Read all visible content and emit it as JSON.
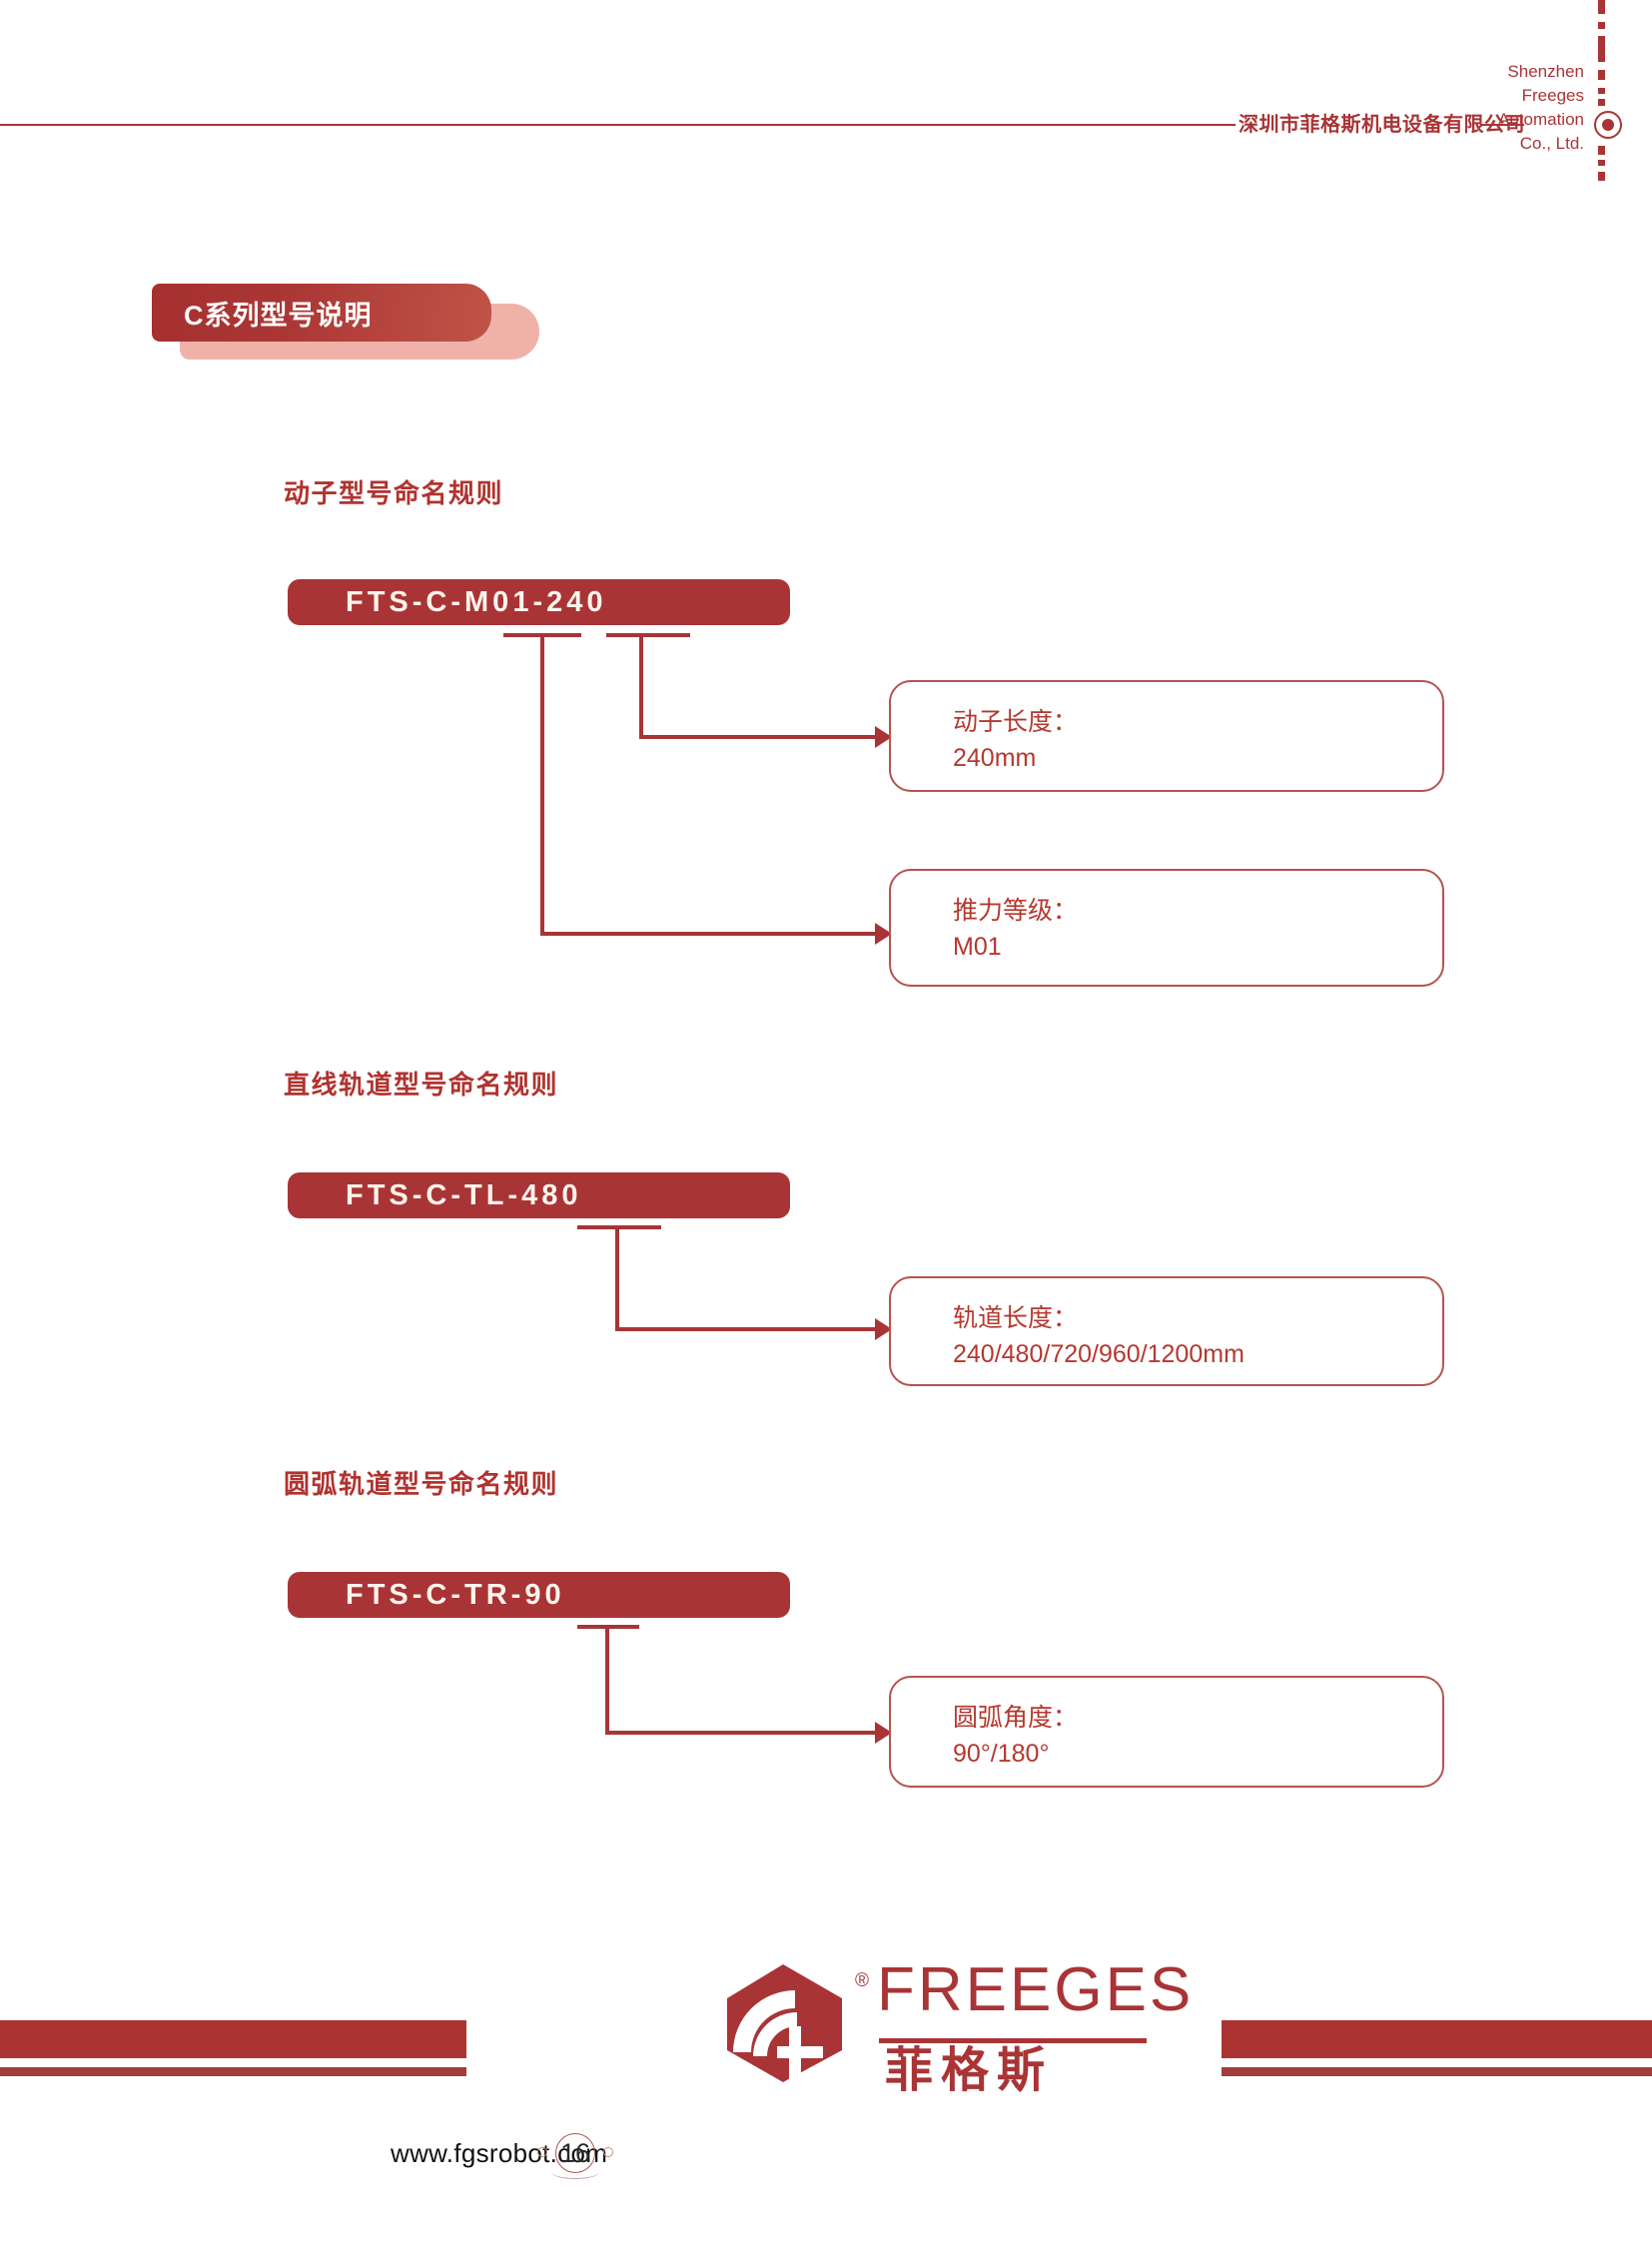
{
  "header": {
    "company_cn": "深圳市菲格斯机电设备有限公司",
    "company_en": "Shenzhen Freeges Automation Co., Ltd.",
    "company_en_lines": [
      "Shenzhen",
      "Freeges",
      "Automation",
      "Co., Ltd."
    ],
    "rail_icon": "target-dot-icon"
  },
  "banner": {
    "title": "C系列型号说明"
  },
  "sections": [
    {
      "heading": "动子型号命名规则",
      "model": "FTS-C-M01-240",
      "callouts": [
        {
          "label": "动子长度：",
          "value": "240mm"
        },
        {
          "label": "推力等级：",
          "value": "M01"
        }
      ]
    },
    {
      "heading": "直线轨道型号命名规则",
      "model": "FTS-C-TL-480",
      "callouts": [
        {
          "label": "轨道长度：",
          "value": "240/480/720/960/1200mm"
        }
      ]
    },
    {
      "heading": "圆弧轨道型号命名规则",
      "model": "FTS-C-TR-90",
      "callouts": [
        {
          "label": "圆弧角度：",
          "value": "90°/180°"
        }
      ]
    }
  ],
  "footer": {
    "logo_word": "FREEGES",
    "logo_cn": "菲格斯",
    "registered_mark": "®",
    "url": "www.fgsrobot.com",
    "page_number": "16"
  },
  "colors": {
    "brand_red": "#a93436",
    "heading_red": "#b0332f",
    "callout_border": "#b4544f",
    "callout_text": "#b5382f",
    "banner_shadow": "#f0b2a8",
    "badge_text": "#fdf4ec"
  }
}
